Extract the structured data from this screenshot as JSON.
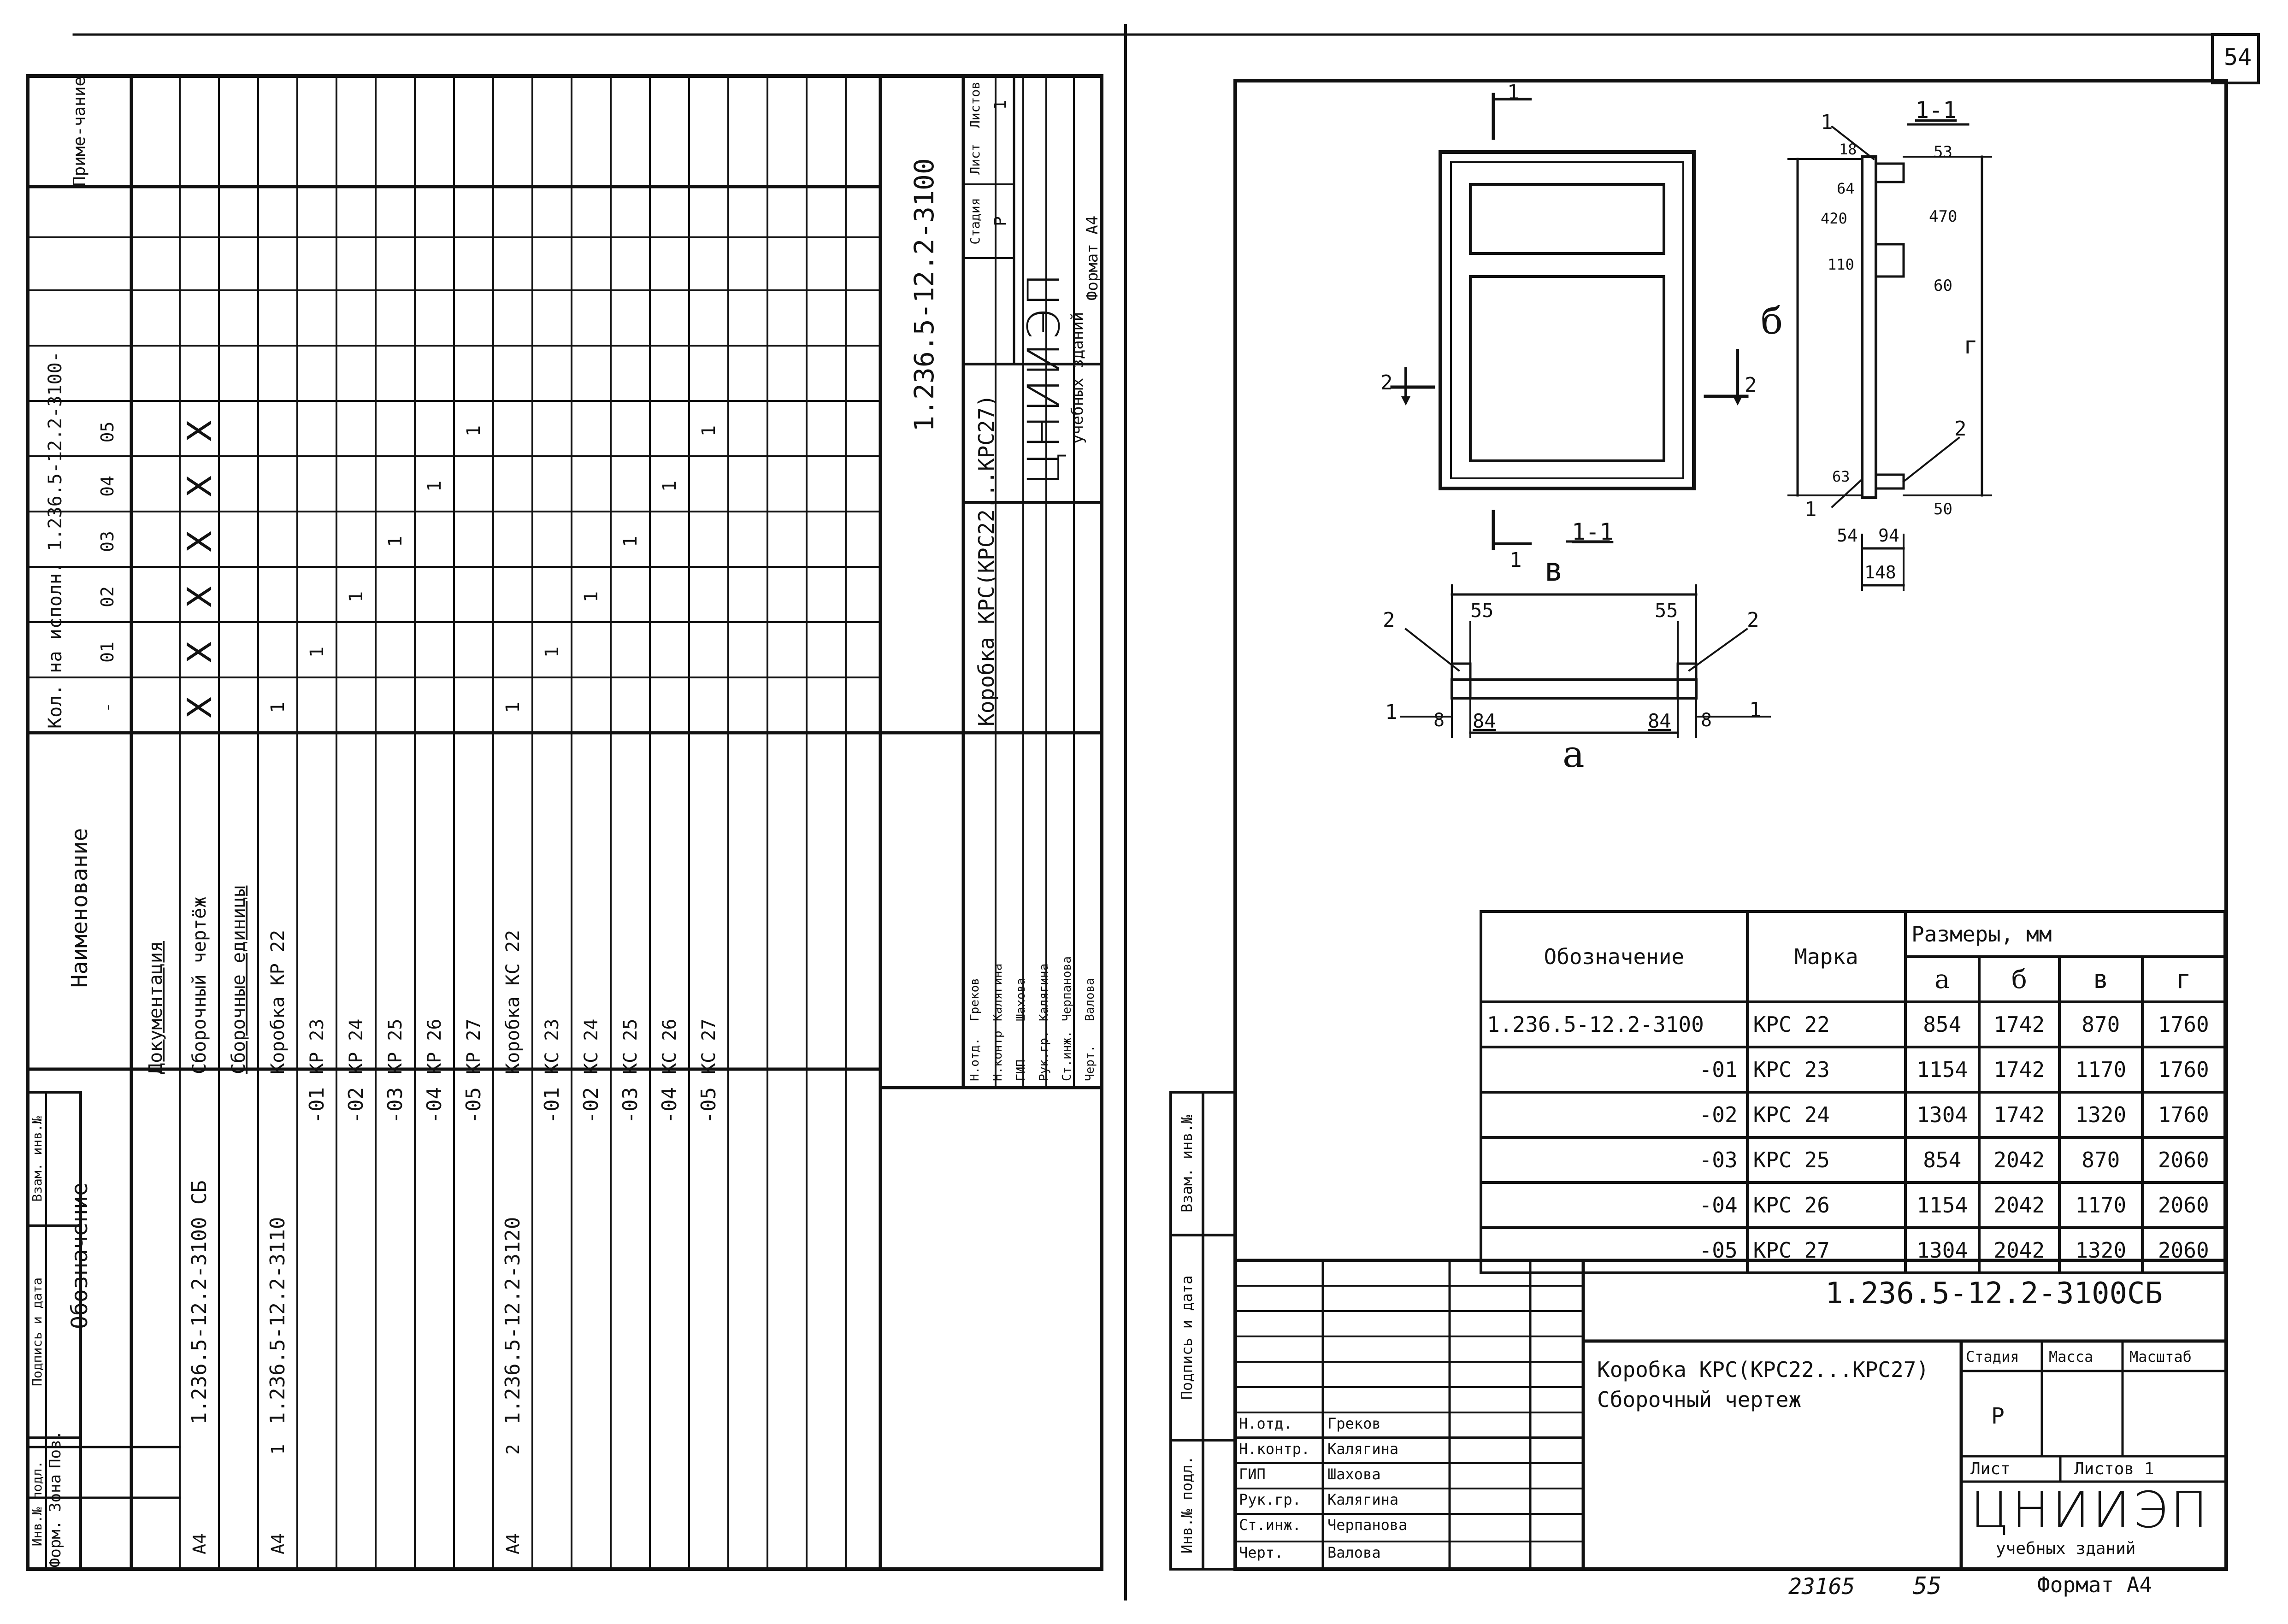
{
  "page_number": "54",
  "left_sheet": {
    "header": {
      "format": "Форм.",
      "zone": "Зона",
      "pos": "Поз.",
      "designation": "Обозначение",
      "name": "Наименование",
      "qty_per_variant": "Кол. на исполн. 1.236.5-12.2-3100-",
      "variants": [
        "-",
        "01",
        "02",
        "03",
        "04",
        "05"
      ],
      "note": "Приме-чание"
    },
    "rows": [
      {
        "fmt": "",
        "pos": "",
        "designation": "",
        "name": "Документация",
        "underline": true,
        "qty": [
          "",
          "",
          "",
          "",
          "",
          ""
        ]
      },
      {
        "fmt": "А4",
        "pos": "",
        "designation": "1.236.5-12.2-3100 СБ",
        "name": "Сборочный чертёж",
        "underline": false,
        "qty": [
          "X",
          "X",
          "X",
          "X",
          "X",
          "X"
        ]
      },
      {
        "fmt": "",
        "pos": "",
        "designation": "",
        "name": "Сборочные единицы",
        "underline": true,
        "qty": [
          "",
          "",
          "",
          "",
          "",
          ""
        ]
      },
      {
        "fmt": "А4",
        "pos": "1",
        "designation": "1.236.5-12.2-3110",
        "name": "Коробка  КР 22",
        "underline": false,
        "qty": [
          "1",
          "",
          "",
          "",
          "",
          ""
        ]
      },
      {
        "fmt": "",
        "pos": "",
        "designation": "-01",
        "name": "КР 23",
        "underline": false,
        "qty": [
          "",
          "1",
          "",
          "",
          "",
          ""
        ]
      },
      {
        "fmt": "",
        "pos": "",
        "designation": "-02",
        "name": "КР 24",
        "underline": false,
        "qty": [
          "",
          "",
          "1",
          "",
          "",
          ""
        ]
      },
      {
        "fmt": "",
        "pos": "",
        "designation": "-03",
        "name": "КР 25",
        "underline": false,
        "qty": [
          "",
          "",
          "",
          "1",
          "",
          ""
        ]
      },
      {
        "fmt": "",
        "pos": "",
        "designation": "-04",
        "name": "КР 26",
        "underline": false,
        "qty": [
          "",
          "",
          "",
          "",
          "1",
          ""
        ]
      },
      {
        "fmt": "",
        "pos": "",
        "designation": "-05",
        "name": "КР 27",
        "underline": false,
        "qty": [
          "",
          "",
          "",
          "",
          "",
          "1"
        ]
      },
      {
        "fmt": "А4",
        "pos": "2",
        "designation": "1.236.5-12.2-3120",
        "name": "Коробка  КС 22",
        "underline": false,
        "qty": [
          "1",
          "",
          "",
          "",
          "",
          ""
        ]
      },
      {
        "fmt": "",
        "pos": "",
        "designation": "-01",
        "name": "КС 23",
        "underline": false,
        "qty": [
          "",
          "1",
          "",
          "",
          "",
          ""
        ]
      },
      {
        "fmt": "",
        "pos": "",
        "designation": "-02",
        "name": "КС 24",
        "underline": false,
        "qty": [
          "",
          "",
          "1",
          "",
          "",
          ""
        ]
      },
      {
        "fmt": "",
        "pos": "",
        "designation": "-03",
        "name": "КС 25",
        "underline": false,
        "qty": [
          "",
          "",
          "",
          "1",
          "",
          ""
        ]
      },
      {
        "fmt": "",
        "pos": "",
        "designation": "-04",
        "name": "КС 26",
        "underline": false,
        "qty": [
          "",
          "",
          "",
          "",
          "1",
          ""
        ]
      },
      {
        "fmt": "",
        "pos": "",
        "designation": "-05",
        "name": "КС 27",
        "underline": false,
        "qty": [
          "",
          "",
          "",
          "",
          "",
          "1"
        ]
      }
    ],
    "side_strip": {
      "inv_podl": "Инв.№ подл.",
      "podpis": "Подпись и дата",
      "vzam": "Взам. инв.№"
    },
    "stamp": {
      "code": "1.236.5-12.2-3100",
      "title": "Коробка КРС(КРС22...КРС27)",
      "stage_label": "Стадия",
      "sheet_label": "Лист",
      "sheets_label": "Листов",
      "stage": "Р",
      "sheets": "1",
      "org": "ЦНИИЭП",
      "org_sub": "учебных зданий",
      "format": "Формат А4",
      "people": [
        {
          "role": "Н.отд.",
          "name": "Греков"
        },
        {
          "role": "Н.контр.",
          "name": "Калягина"
        },
        {
          "role": "ГИП",
          "name": "Шахова"
        },
        {
          "role": "Рук.гр.",
          "name": "Калягина"
        },
        {
          "role": "Ст.инж.",
          "name": "Черпанова"
        },
        {
          "role": "Черт.",
          "name": "Валова"
        }
      ]
    }
  },
  "right_sheet": {
    "drawing_labels": {
      "section_1": "1",
      "section_2": "2",
      "section_title": "1-1",
      "dim_b": "б",
      "dim_v": "в",
      "dim_a": "а",
      "dim_g": "г",
      "dim_55": "55",
      "dim_84": "84",
      "dim_8": "8",
      "dim_18": "18",
      "dim_64": "64",
      "dim_420": "420",
      "dim_53": "53",
      "dim_470": "470",
      "dim_110": "110",
      "dim_60": "60",
      "dim_63": "63",
      "dim_50": "50",
      "dim_54": "54",
      "dim_94": "94",
      "dim_148": "148",
      "leader_1": "1",
      "leader_2": "2"
    },
    "table": {
      "col_designation": "Обозначение",
      "col_mark": "Марка",
      "col_dims": "Размеры, мм",
      "sub_cols": [
        "а",
        "б",
        "в",
        "г"
      ],
      "rows": [
        {
          "designation": "1.236.5-12.2-3100",
          "mark": "КРС 22",
          "a": "854",
          "b": "1742",
          "v": "870",
          "g": "1760"
        },
        {
          "designation": "-01",
          "mark": "КРС 23",
          "a": "1154",
          "b": "1742",
          "v": "1170",
          "g": "1760"
        },
        {
          "designation": "-02",
          "mark": "КРС 24",
          "a": "1304",
          "b": "1742",
          "v": "1320",
          "g": "1760"
        },
        {
          "designation": "-03",
          "mark": "КРС 25",
          "a": "854",
          "b": "2042",
          "v": "870",
          "g": "2060"
        },
        {
          "designation": "-04",
          "mark": "КРС 26",
          "a": "1154",
          "b": "2042",
          "v": "1170",
          "g": "2060"
        },
        {
          "designation": "-05",
          "mark": "КРС 27",
          "a": "1304",
          "b": "2042",
          "v": "1320",
          "g": "2060"
        }
      ]
    },
    "side_strip": {
      "inv_podl": "Инв.№ подл.",
      "podpis": "Подпись и дата",
      "vzam": "Взам. инв.№"
    },
    "stamp": {
      "code": "1.236.5-12.2-3100СБ",
      "title_line1": "Коробка КРС(КРС22...КРС27)",
      "title_line2": "Сборочный чертеж",
      "stage_label": "Стадия",
      "mass_label": "Масса",
      "scale_label": "Масштаб",
      "stage": "Р",
      "sheet_label": "Лист",
      "sheets_label": "Листов 1",
      "org": "ЦНИИЭП",
      "org_sub": "учебных зданий",
      "people": [
        {
          "role": "Н.отд.",
          "name": "Греков"
        },
        {
          "role": "Н.контр.",
          "name": "Калягина"
        },
        {
          "role": "ГИП",
          "name": "Шахова"
        },
        {
          "role": "Рук.гр.",
          "name": "Калягина"
        },
        {
          "role": "Ст.инж.",
          "name": "Черпанова"
        },
        {
          "role": "Черт.",
          "name": "Валова"
        }
      ]
    },
    "footer": {
      "number": "23165",
      "sheet": "55",
      "format": "Формат А4"
    }
  }
}
